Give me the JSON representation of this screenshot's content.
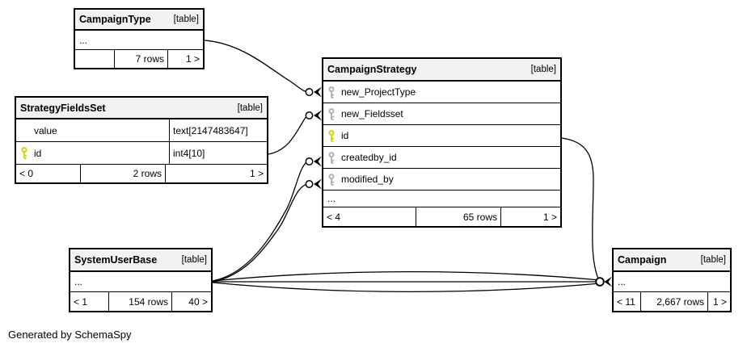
{
  "page": {
    "credit": "Generated by SchemaSpy",
    "background": "#ffffff"
  },
  "colors": {
    "primary_key_icon": "#d6d600",
    "foreign_key_icon": "#b3b3b3",
    "table_header_bg": "#f2f2f2",
    "relationship_line": "#000000"
  },
  "tables": {
    "campaign_type": {
      "name": "CampaignType",
      "tag": "[table]",
      "body_rows": [
        "..."
      ],
      "footer": {
        "left": "",
        "center": "7 rows",
        "right": "1 >"
      }
    },
    "strategy_fields_set": {
      "name": "StrategyFieldsSet",
      "tag": "[table]",
      "columns": [
        {
          "name": "value",
          "type": "text[2147483647]",
          "key": "none"
        },
        {
          "name": "id",
          "type": "int4[10]",
          "key": "primary"
        }
      ],
      "footer": {
        "left": "< 0",
        "center": "2 rows",
        "right": "1 >"
      }
    },
    "campaign_strategy": {
      "name": "CampaignStrategy",
      "tag": "[table]",
      "columns": [
        {
          "name": "new_ProjectType",
          "key": "foreign"
        },
        {
          "name": "new_Fieldsset",
          "key": "foreign"
        },
        {
          "name": "id",
          "key": "primary"
        },
        {
          "name": "createdby_id",
          "key": "foreign"
        },
        {
          "name": "modified_by",
          "key": "foreign"
        },
        {
          "name": "...",
          "key": "none"
        }
      ],
      "footer": {
        "left": "< 4",
        "center": "65 rows",
        "right": "1 >"
      }
    },
    "system_user_base": {
      "name": "SystemUserBase",
      "tag": "[table]",
      "body_rows": [
        "..."
      ],
      "footer": {
        "left": "< 1",
        "center": "154 rows",
        "right": "40 >"
      }
    },
    "campaign": {
      "name": "Campaign",
      "tag": "[table]",
      "body_rows": [
        "..."
      ],
      "footer": {
        "left": "< 11",
        "center": "2,667 rows",
        "right": "1 >"
      }
    }
  },
  "relationships": [
    {
      "from": "CampaignType",
      "to": "CampaignStrategy.new_ProjectType"
    },
    {
      "from": "StrategyFieldsSet.id",
      "to": "CampaignStrategy.new_Fieldsset"
    },
    {
      "from": "SystemUserBase",
      "to": "CampaignStrategy.createdby_id"
    },
    {
      "from": "SystemUserBase",
      "to": "CampaignStrategy.modified_by"
    },
    {
      "from": "CampaignStrategy.id",
      "to": "Campaign"
    },
    {
      "from": "SystemUserBase",
      "to": "Campaign",
      "count": 3
    }
  ]
}
